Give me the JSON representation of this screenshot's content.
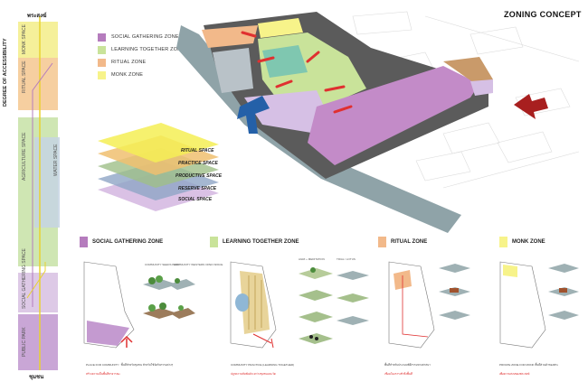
{
  "title": "ZONING CONCEPT",
  "accessibility_axis": {
    "label": "DEGREE OF ACCESSIBILITY",
    "top_label": "พระสงฆ์",
    "bottom_label": "ชุมชน",
    "bands": [
      {
        "label": "MONK SPACE",
        "color": "#f5f09a"
      },
      {
        "label": "RITUAL SPACE",
        "color": "#f6cfa0"
      },
      {
        "label": "AGRICULTURE SPACE",
        "color": "#cfe6b3"
      },
      {
        "label": "WATER SPACE",
        "color": "#c6d3e3"
      },
      {
        "label": "SOCIAL GATHERING SPACE",
        "color": "#ddc9e6"
      },
      {
        "label": "PUBLIC PARK",
        "color": "#c9a6d6"
      }
    ]
  },
  "legend": [
    {
      "label": "SOCIAL GATHERING ZONE",
      "color": "#b57cbd"
    },
    {
      "label": "LEARNING TOGETHER ZONE",
      "color": "#c9e39a"
    },
    {
      "label": "RITUAL ZONE",
      "color": "#f2b98a"
    },
    {
      "label": "MONK ZONE",
      "color": "#f7f38a"
    }
  ],
  "layers": [
    {
      "label": "RITUAL SPACE",
      "color": "#f5ee55"
    },
    {
      "label": "PRACTICE SPACE",
      "color": "#f0c070"
    },
    {
      "label": "PRODUCTIVE SPACE",
      "color": "#9fbf88"
    },
    {
      "label": "RESERVE SPACE",
      "color": "#8fa5c5"
    },
    {
      "label": "SOCIAL SPACE",
      "color": "#d4b6e0"
    }
  ],
  "zones": [
    {
      "title": "SOCIAL GATHERING ZONE",
      "color": "#b57cbd",
      "notes": [
        "COMMUNITY SEEDS PARK",
        "COMMUNITY WESTERN OPEN SPACE"
      ],
      "caption": "PLACE FOR COMMUNITY : พื้นที่สำหรับชุมชน สำหรับใช้จัดกิจกรรมต่างๆ",
      "caption_red": "สร้างความเป็นพื้นที่สาธารณะ"
    },
    {
      "title": "LEARNING TOGETHER ZONE",
      "color": "#c9e39a",
      "notes": [
        "AGRI + MEDITATION",
        "TIDAL / LOTUS"
      ],
      "caption": "COMMUNITY PRACTICE (LEARNING TOGETHER)",
      "caption_red": "ปลูกความสัมพันธ์ระหว่างชุมชนและวัด"
    },
    {
      "title": "RITUAL ZONE",
      "color": "#f2b98a",
      "notes": [],
      "caption": "พื้นที่สำหรับประกอบพิธีกรรมทางศาสนา",
      "caption_red": "เชื่อมโยงการเข้าถึงพื้นที่"
    },
    {
      "title": "MONK ZONE",
      "color": "#f7f38a",
      "notes": [],
      "caption": "PRIVATE ZONE FOR MONK พื้นที่ส่วนตัวของพระ",
      "caption_red": "เพื่อความสงบของพระสงฆ์"
    }
  ]
}
